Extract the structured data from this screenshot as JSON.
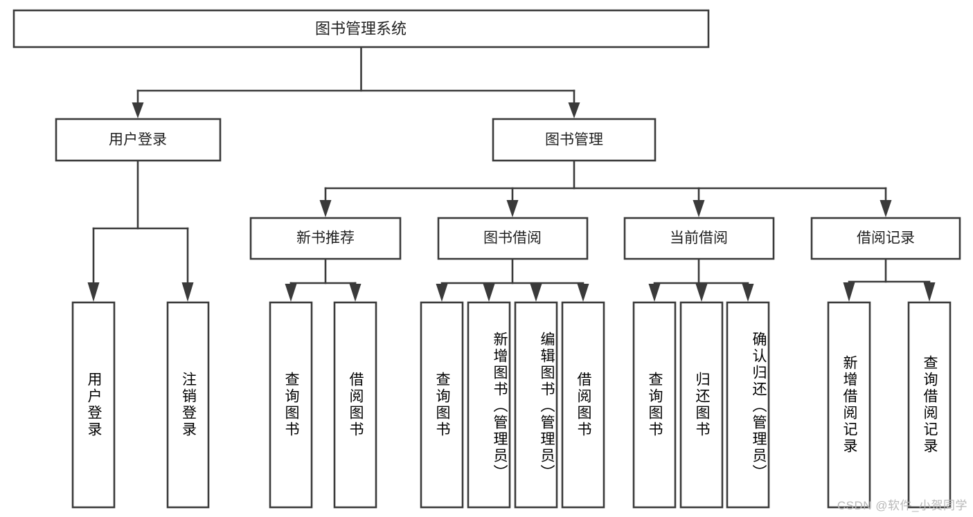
{
  "diagram": {
    "title": "图书管理系统",
    "type": "hierarchy-tree",
    "levels": 4,
    "root": {
      "id": "root",
      "label": "图书管理系统",
      "orientation": "horizontal"
    },
    "level2": [
      {
        "id": "user-login",
        "label": "用户登录",
        "orientation": "horizontal"
      },
      {
        "id": "book-management",
        "label": "图书管理",
        "orientation": "horizontal"
      }
    ],
    "level3": [
      {
        "id": "new-book-recommend",
        "label": "新书推荐",
        "parent": "book-management",
        "orientation": "horizontal"
      },
      {
        "id": "book-borrow",
        "label": "图书借阅",
        "parent": "book-management",
        "orientation": "horizontal"
      },
      {
        "id": "current-borrow",
        "label": "当前借阅",
        "parent": "book-management",
        "orientation": "horizontal"
      },
      {
        "id": "borrow-record",
        "label": "借阅记录",
        "parent": "book-management",
        "orientation": "horizontal"
      }
    ],
    "leaves": [
      {
        "id": "leaf-user-login",
        "label": "用户登录",
        "parent": "user-login",
        "orientation": "vertical"
      },
      {
        "id": "leaf-logout-login",
        "label": "注销登录",
        "parent": "user-login",
        "orientation": "vertical"
      },
      {
        "id": "leaf-query-book-1",
        "label": "查询图书",
        "parent": "new-book-recommend",
        "orientation": "vertical"
      },
      {
        "id": "leaf-borrow-book-1",
        "label": "借阅图书",
        "parent": "new-book-recommend",
        "orientation": "vertical"
      },
      {
        "id": "leaf-query-book-2",
        "label": "查询图书",
        "parent": "book-borrow",
        "orientation": "vertical"
      },
      {
        "id": "leaf-add-book",
        "label": "新增图书（管理员）",
        "parent": "book-borrow",
        "orientation": "vertical"
      },
      {
        "id": "leaf-edit-book",
        "label": "编辑图书（管理员）",
        "parent": "book-borrow",
        "orientation": "vertical"
      },
      {
        "id": "leaf-borrow-book-2",
        "label": "借阅图书",
        "parent": "book-borrow",
        "orientation": "vertical"
      },
      {
        "id": "leaf-query-book-3",
        "label": "查询图书",
        "parent": "current-borrow",
        "orientation": "vertical"
      },
      {
        "id": "leaf-return-book",
        "label": "归还图书",
        "parent": "current-borrow",
        "orientation": "vertical"
      },
      {
        "id": "leaf-confirm-return",
        "label": "确认归还（管理员）",
        "parent": "current-borrow",
        "orientation": "vertical"
      },
      {
        "id": "leaf-add-record",
        "label": "新增借阅记录",
        "parent": "borrow-record",
        "orientation": "vertical"
      },
      {
        "id": "leaf-query-record",
        "label": "查询借阅记录",
        "parent": "borrow-record",
        "orientation": "vertical"
      }
    ],
    "colors": {
      "box_stroke": "#3a3a3a",
      "box_fill": "#ffffff",
      "text": "#1f1f1f",
      "edge": "#3a3a3a",
      "background": "#ffffff",
      "watermark": "#b8b8b8"
    }
  },
  "watermark": {
    "text": "CSDN @软件_小贺同学"
  }
}
